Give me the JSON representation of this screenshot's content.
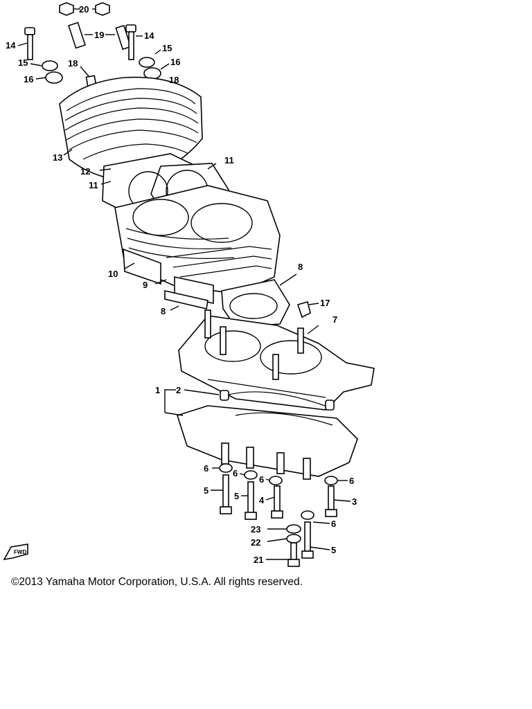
{
  "copyright": "©2013 Yamaha Motor Corporation, U.S.A. All rights reserved.",
  "fwd_label": "FWD",
  "callouts": [
    {
      "id": "c20",
      "text": "20"
    },
    {
      "id": "c19",
      "text": "19"
    },
    {
      "id": "c14a",
      "text": "14"
    },
    {
      "id": "c14b",
      "text": "14"
    },
    {
      "id": "c15a",
      "text": "15"
    },
    {
      "id": "c15b",
      "text": "15"
    },
    {
      "id": "c16a",
      "text": "16"
    },
    {
      "id": "c16b",
      "text": "16"
    },
    {
      "id": "c18a",
      "text": "18"
    },
    {
      "id": "c18b",
      "text": "18"
    },
    {
      "id": "c13",
      "text": "13"
    },
    {
      "id": "c12",
      "text": "12"
    },
    {
      "id": "c11a",
      "text": "11"
    },
    {
      "id": "c11b",
      "text": "11"
    },
    {
      "id": "c10",
      "text": "10"
    },
    {
      "id": "c9",
      "text": "9"
    },
    {
      "id": "c8a",
      "text": "8"
    },
    {
      "id": "c8b",
      "text": "8"
    },
    {
      "id": "c17",
      "text": "17"
    },
    {
      "id": "c7",
      "text": "7"
    },
    {
      "id": "c1",
      "text": "1"
    },
    {
      "id": "c2",
      "text": "2"
    },
    {
      "id": "c6a",
      "text": "6"
    },
    {
      "id": "c6b",
      "text": "6"
    },
    {
      "id": "c6c",
      "text": "6"
    },
    {
      "id": "c6d",
      "text": "6"
    },
    {
      "id": "c6e",
      "text": "6"
    },
    {
      "id": "c5a",
      "text": "5"
    },
    {
      "id": "c5b",
      "text": "5"
    },
    {
      "id": "c5c",
      "text": "5"
    },
    {
      "id": "c4",
      "text": "4"
    },
    {
      "id": "c3",
      "text": "3"
    },
    {
      "id": "c23",
      "text": "23"
    },
    {
      "id": "c22",
      "text": "22"
    },
    {
      "id": "c21",
      "text": "21"
    }
  ]
}
